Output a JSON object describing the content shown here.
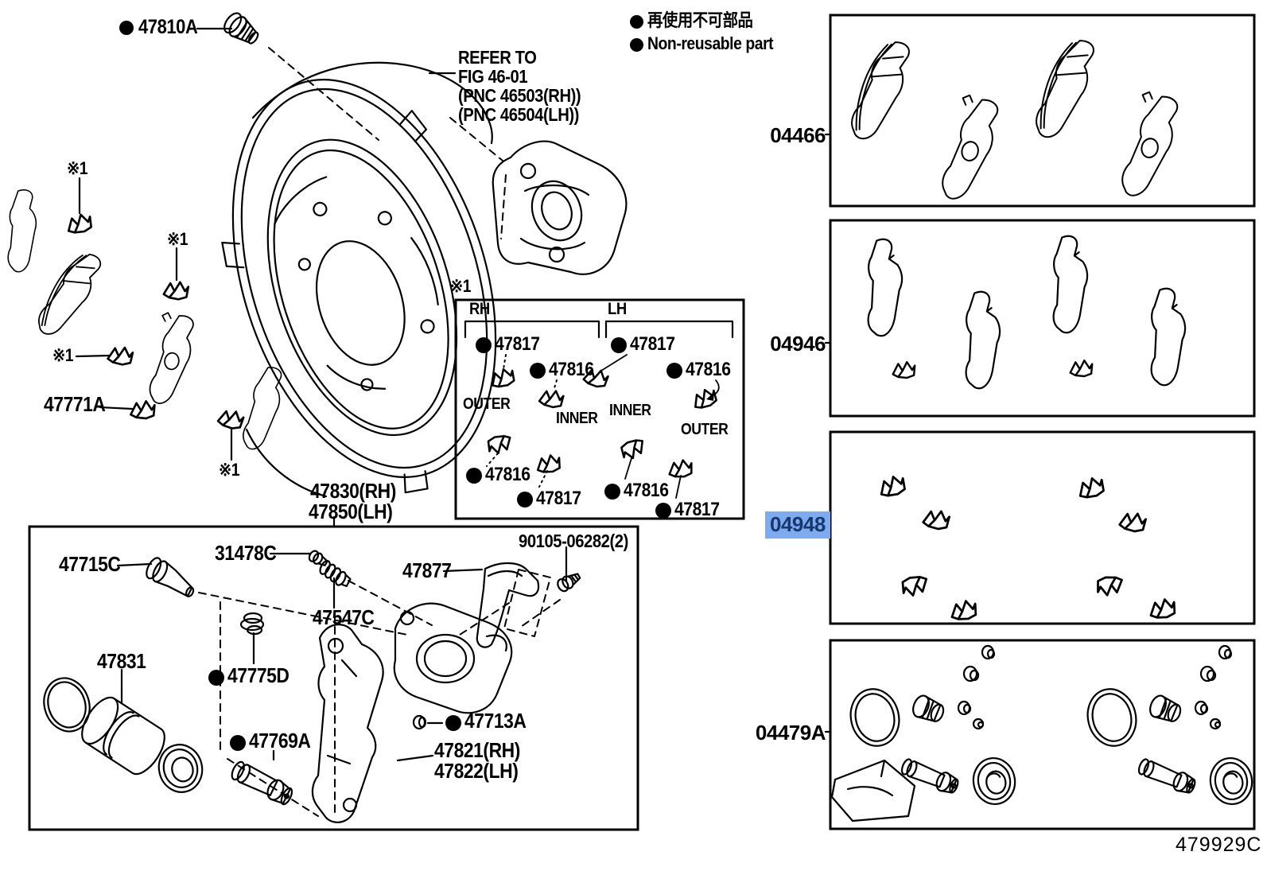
{
  "legend": {
    "jp": "再使用不可部品",
    "en": "Non-reusable part"
  },
  "refer_note": {
    "l1": "REFER TO",
    "l2": "FIG 46-01",
    "l3": "(PNC 46503(RH))",
    "l4": "(PNC 46504(LH))"
  },
  "marker": {
    "ref": "※1"
  },
  "footer": {
    "code": "479929C"
  },
  "colors": {
    "highlight_bg": "#7EABF0",
    "highlight_text": "#17386E",
    "ink": "#000000",
    "paper": "#FFFFFF"
  },
  "parts": {
    "p47810A": "47810A",
    "p47771A": "47771A",
    "p47830": "47830(RH)",
    "p47850": "47850(LH)",
    "p47715C": "47715C",
    "p31478C": "31478C",
    "p47547C": "47547C",
    "p47877": "47877",
    "p90105": "90105-06282(2)",
    "p47831": "47831",
    "p47775D": "47775D",
    "p47769A": "47769A",
    "p47713A": "47713A",
    "p47821": "47821(RH)",
    "p47822": "47822(LH)"
  },
  "inset": {
    "rh": "RH",
    "lh": "LH",
    "outer": "OUTER",
    "inner": "INNER",
    "p47816": "47816",
    "p47817": "47817"
  },
  "panels": [
    {
      "code": "04466",
      "highlighted": false
    },
    {
      "code": "04946",
      "highlighted": false
    },
    {
      "code": "04948",
      "highlighted": true
    },
    {
      "code": "04479A",
      "highlighted": false
    }
  ]
}
